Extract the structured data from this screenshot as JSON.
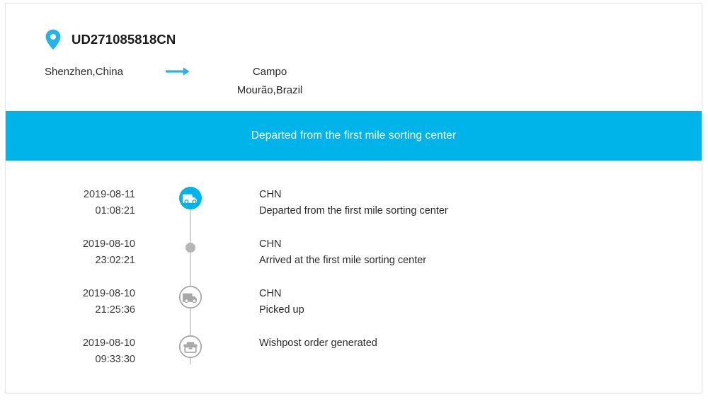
{
  "card": {
    "header": {
      "pin_icon": "location-pin-icon",
      "tracking_number": "UD271085818CN",
      "origin": "Shenzhen,China",
      "arrow_icon": "arrow-right-icon",
      "destination_line1": "Campo",
      "destination_line2": "Mourão,Brazil"
    },
    "status_banner": {
      "text": "Departed from the first mile sorting center",
      "background_color": "#00b3e9",
      "text_color": "#ffffff"
    },
    "timeline": {
      "events": [
        {
          "date": "2019-08-11",
          "time": "01:08:21",
          "country": "CHN",
          "description": "Departed from the first mile sorting center",
          "icon": "truck-icon",
          "state": "active",
          "icon_color": "#00b3e9"
        },
        {
          "date": "2019-08-10",
          "time": "23:02:21",
          "country": "CHN",
          "description": "Arrived at the first mile sorting center",
          "icon": "dot-icon",
          "state": "past",
          "icon_color": "#b6b6b6"
        },
        {
          "date": "2019-08-10",
          "time": "21:25:36",
          "country": "CHN",
          "description": "Picked up",
          "icon": "truck-icon",
          "state": "past",
          "icon_color": "#a8a8a8"
        },
        {
          "date": "2019-08-10",
          "time": "09:33:30",
          "country": "",
          "description": "Wishpost order generated",
          "icon": "briefcase-icon",
          "state": "past",
          "icon_color": "#a8a8a8"
        }
      ]
    }
  }
}
